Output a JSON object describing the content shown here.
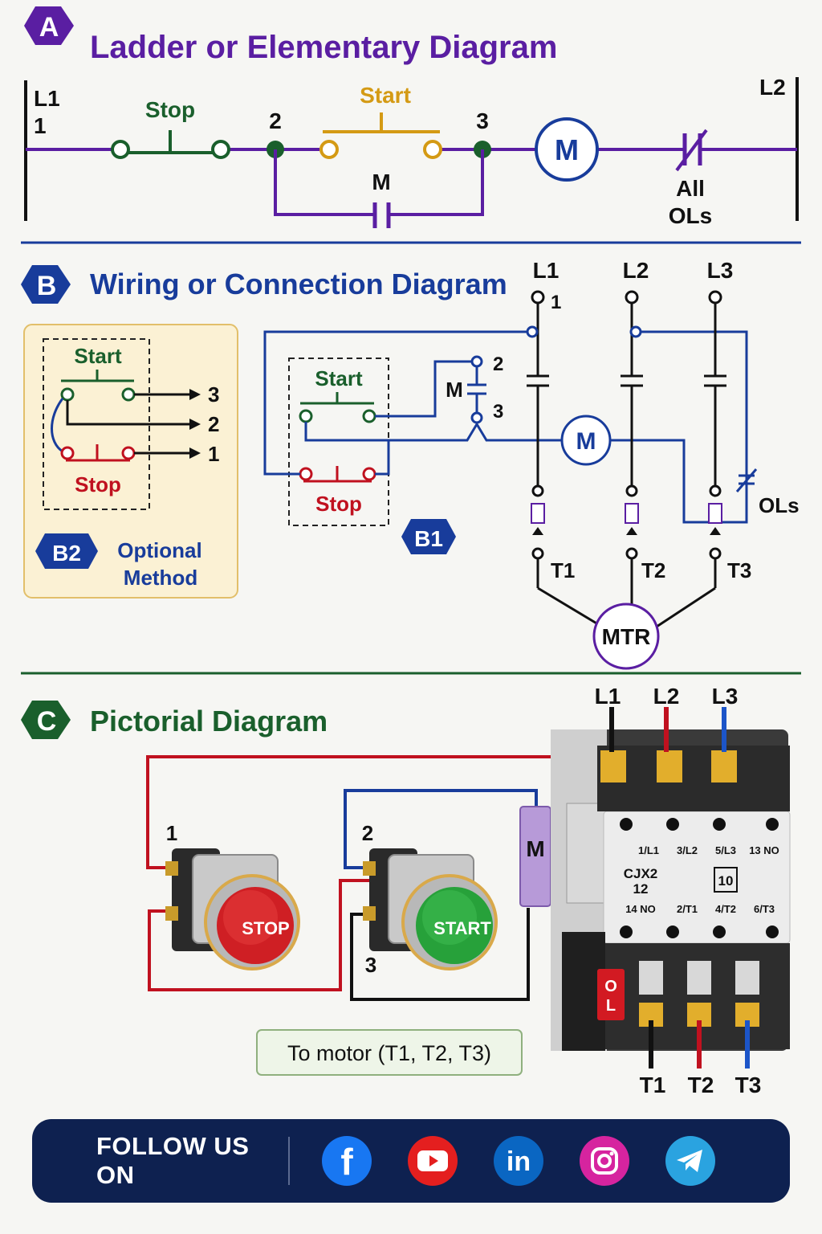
{
  "colors": {
    "purple": "#5a1ea2",
    "navy": "#183c9b",
    "green": "#1a5f2c",
    "red": "#c0111f",
    "gold": "#d49a14",
    "black": "#111111",
    "footer_bg": "#0e2150"
  },
  "section_a": {
    "badge": "A",
    "title": "Ladder or Elementary Diagram",
    "l1": "L1",
    "l1_num": "1",
    "l2": "L2",
    "stop": "Stop",
    "start": "Start",
    "node2": "2",
    "node3": "3",
    "holding_contact": "M",
    "coil": "M",
    "ol_line1": "All",
    "ol_line2": "OLs"
  },
  "section_b": {
    "badge": "B",
    "title": "Wiring or Connection Diagram",
    "b2": {
      "start": "Start",
      "stop": "Stop",
      "t3": "3",
      "t2": "2",
      "t1": "1",
      "badge": "B2",
      "caption_line1": "Optional",
      "caption_line2": "Method"
    },
    "b1": {
      "start": "Start",
      "stop": "Stop",
      "badge": "B1",
      "aux_contact": "M",
      "aux2": "2",
      "aux3": "3",
      "coil": "M",
      "l1": "L1",
      "l1_num": "1",
      "l2": "L2",
      "l3": "L3",
      "ols": "OLs",
      "t1": "T1",
      "t2": "T2",
      "t3": "T3",
      "motor": "MTR"
    }
  },
  "section_c": {
    "badge": "C",
    "title": "Pictorial Diagram",
    "l1": "L1",
    "l2": "L2",
    "l3": "L3",
    "stop_number": "1",
    "start_number": "2",
    "start_number_3": "3",
    "stop_button": "STOP",
    "start_button": "START",
    "coil_label": "M",
    "model_line1": "CJX2",
    "model_line2": "12",
    "model_box": "10",
    "top_terms": [
      "1/L1",
      "3/L2",
      "5/L3",
      "13 NO"
    ],
    "bottom_terms": [
      "14 NO",
      "2/T1",
      "4/T2",
      "6/T3"
    ],
    "overload": "OL",
    "t1": "T1",
    "t2": "T2",
    "t3": "T3",
    "motor_note": "To motor (T1, T2, T3)"
  },
  "footer": {
    "text": "FOLLOW US ON",
    "icons": [
      "facebook-icon",
      "youtube-icon",
      "linkedin-icon",
      "instagram-icon",
      "telegram-icon"
    ]
  }
}
